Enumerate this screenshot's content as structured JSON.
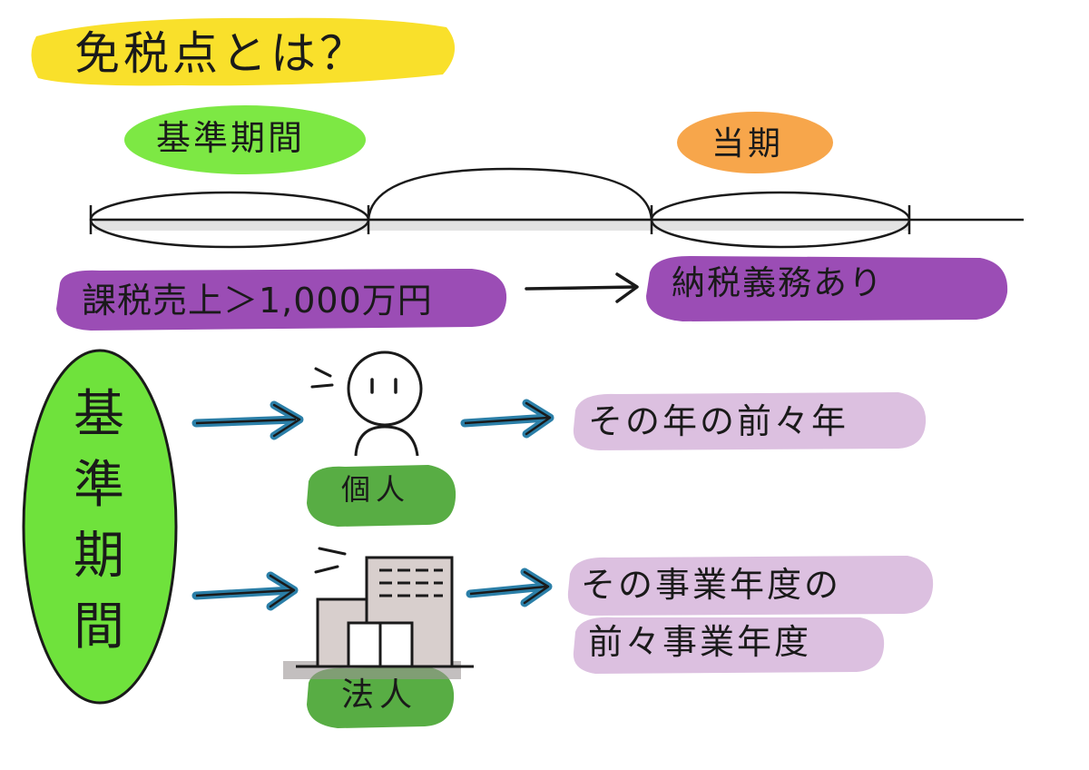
{
  "title": "免税点とは？",
  "timeline": {
    "base_period_label": "基準期間",
    "current_period_label": "当期"
  },
  "condition": {
    "text": "課税売上＞1,000万円",
    "result": "納税義務あり"
  },
  "base_period_vertical": "基準期間",
  "individual": {
    "label": "個人",
    "result": "その年の前々年"
  },
  "corporation": {
    "label": "法人",
    "result_line1": "その事業年度の",
    "result_line2": "前々事業年度"
  },
  "colors": {
    "title_highlight": "#f9e02b",
    "base_label_fill": "#7de844",
    "current_label_fill": "#f7a64b",
    "purple_band": "#9b4db5",
    "vertical_oval": "#6fe23c",
    "green_label": "#58ad44",
    "lilac_band": "#dcc0e0",
    "arrow_blue": "#2b7fa8",
    "building_gray": "#d8cfcd"
  }
}
